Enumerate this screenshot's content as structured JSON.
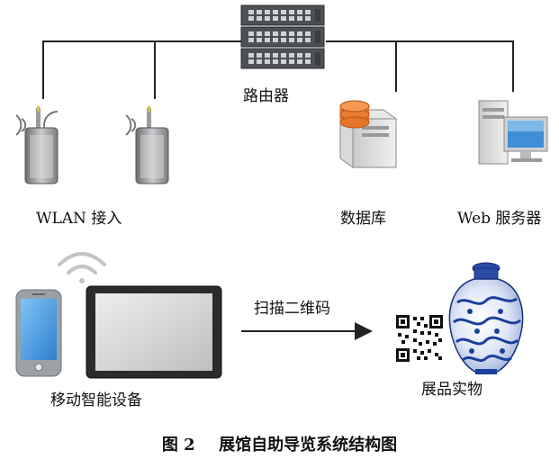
{
  "nodes": {
    "router": "路由器",
    "wlan": "WLAN 接入",
    "database": "数据库",
    "web_server": "Web 服务器",
    "mobile": "移动智能设备",
    "exhibit": "展品实物"
  },
  "edges": {
    "scan": "扫描二维码"
  },
  "caption": {
    "number": "图 2",
    "title": "展馆自助导览系统结构图"
  },
  "colors": {
    "line": "#222222",
    "device_gray": "#8f9295",
    "screen_blue": "#5aa7e8",
    "porcelain_blue": "#1b3f9c",
    "database_orange": "#e8732a"
  },
  "icons": [
    "router-icon",
    "wlan-ap-icon",
    "database-icon",
    "server-icon",
    "wifi-icon",
    "phone-icon",
    "tablet-icon",
    "qr-code-icon",
    "vase-icon"
  ]
}
